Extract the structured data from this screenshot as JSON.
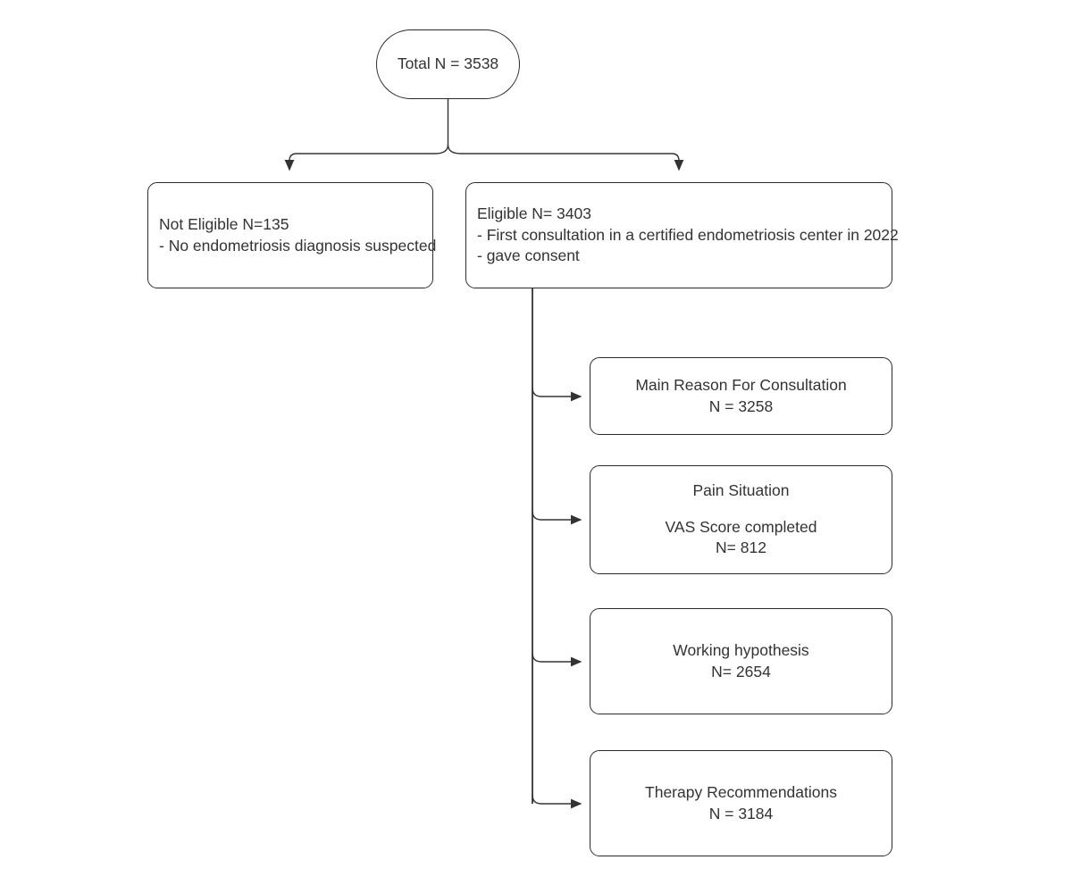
{
  "diagram": {
    "type": "flowchart",
    "title": "Patient inclusion flow diagram",
    "colors": {
      "node_border": "#2b2b2b",
      "node_fill": "#ffffff",
      "text": "#333333",
      "edge": "#333333",
      "background": "#ffffff"
    },
    "nodes": {
      "total": {
        "shape": "stadium",
        "align": "center",
        "lines": [
          "Total N = 3538"
        ]
      },
      "not_eligible": {
        "shape": "rounded-rect",
        "align": "left",
        "lines": [
          "Not Eligible N=135",
          "- No endometriosis diagnosis suspected"
        ]
      },
      "eligible": {
        "shape": "rounded-rect",
        "align": "left",
        "lines": [
          "Eligible N= 3403",
          "- First consultation in a certified endometriosis center in 2022",
          "- gave consent"
        ]
      },
      "main_reason": {
        "shape": "rounded-rect",
        "align": "center",
        "lines": [
          "Main Reason For Consultation",
          "N = 3258"
        ]
      },
      "pain_situation": {
        "shape": "rounded-rect",
        "align": "center",
        "lines": [
          "Pain Situation",
          "",
          "VAS Score completed",
          "N= 812"
        ]
      },
      "working_hypothesis": {
        "shape": "rounded-rect",
        "align": "center",
        "lines": [
          "Working hypothesis",
          "N= 2654"
        ]
      },
      "therapy_recommendations": {
        "shape": "rounded-rect",
        "align": "center",
        "lines": [
          "Therapy Recommendations",
          "N = 3184"
        ]
      }
    },
    "edges": [
      {
        "from": "total",
        "to": "not_eligible",
        "label": "",
        "arrow": "down"
      },
      {
        "from": "total",
        "to": "eligible",
        "label": "",
        "arrow": "down"
      },
      {
        "from": "eligible",
        "to": "main_reason",
        "label": "",
        "arrow": "right"
      },
      {
        "from": "eligible",
        "to": "pain_situation",
        "label": "",
        "arrow": "right"
      },
      {
        "from": "eligible",
        "to": "working_hypothesis",
        "label": "",
        "arrow": "right"
      },
      {
        "from": "eligible",
        "to": "therapy_recommendations",
        "label": "",
        "arrow": "right"
      }
    ]
  }
}
